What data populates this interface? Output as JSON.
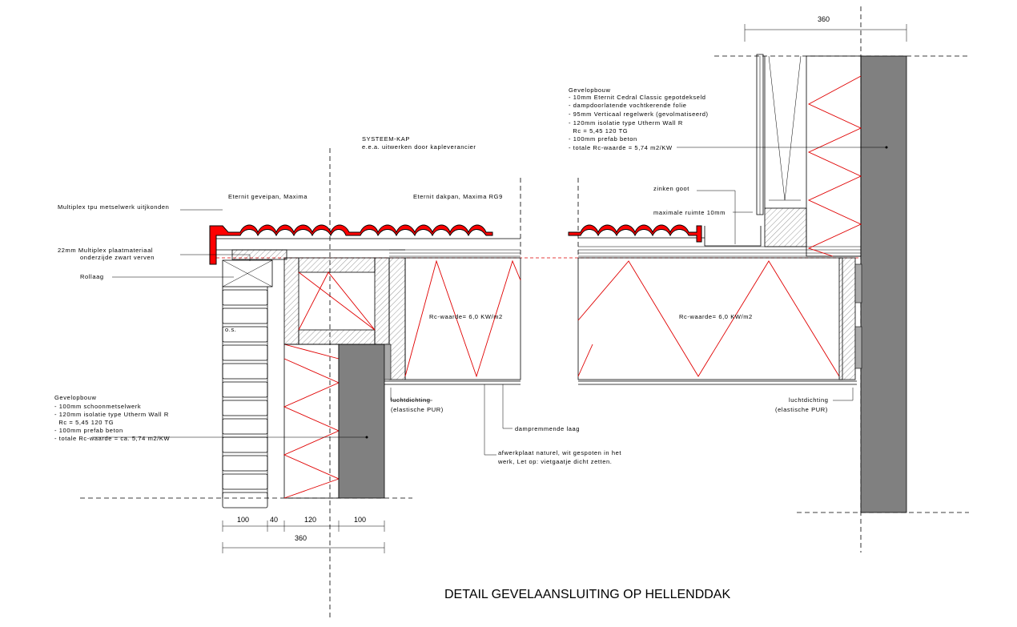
{
  "title": "DETAIL GEVELAANSLUITING OP HELLENDDAK",
  "labels": {
    "systeem_kap_1": "SYSTEEM-KAP",
    "systeem_kap_2": "e.e.a. uitwerken door kapleverancier",
    "eternit_geveipan": "Eternit geveipan, Maxima",
    "eternit_dakpan": "Eternit dakpan, Maxima RG9",
    "multiplex_tpu": "Multiplex tpu metselwerk uitjkonden",
    "multiplex_22mm_1": "22mm Multiplex plaatmateriaal",
    "multiplex_22mm_2": "onderzijde zwart verven",
    "rollaag": "Rollaag",
    "os": "o.s.",
    "rc_left": "Rc-waarde= 6,0  KW/m2",
    "rc_right": "Rc-waarde= 6,0  KW/m2",
    "zinken_goot": "zinken goot",
    "maximale_ruimte": "maximale ruimte 10mm",
    "luchtdichting_left_1": "luchtdichting",
    "luchtdichting_left_2": "(elastische PUR)",
    "luchtdichting_right_1": "luchtdichting",
    "luchtdichting_right_2": "(elastische PUR)",
    "dampremmende_laag": "dampremmende laag",
    "afwerkplaat_1": "afwerkplaat naturel, wit gespoten in het",
    "afwerkplaat_2": "werk, Let op: vietgaatje dicht zetten."
  },
  "opbouw_bottom": [
    "Gevelopbouw",
    "- 100mm schoonmetselwerk",
    "- 120mm isolatie type Utherm Wall R",
    "  Rc = 5,45 120 TG",
    "- 100mm prefab beton",
    "- totale Rc-waarde = ca. 5,74 m2/KW"
  ],
  "opbouw_top": [
    "Gevelopbouw",
    "- 10mm Eternit Cedral Classic gepotdekseld",
    "- dampdoorlatende vochtkerende folie",
    "- 95mm Verticaal regelwerk (gevolmatiseerd)",
    "- 120mm isolatie type Utherm Wall R",
    "  Rc = 5,45 120 TG",
    "- 100mm prefab beton",
    "- totale Rc-waarde = 5,74 m2/KW"
  ],
  "dimensions": {
    "bottom_parts": [
      "100",
      "40",
      "120",
      "100"
    ],
    "bottom_total": "360",
    "top_total": "360"
  },
  "colors": {
    "tile": "#ff0000",
    "concrete": "#808080",
    "insulation_line": "#e00000"
  }
}
